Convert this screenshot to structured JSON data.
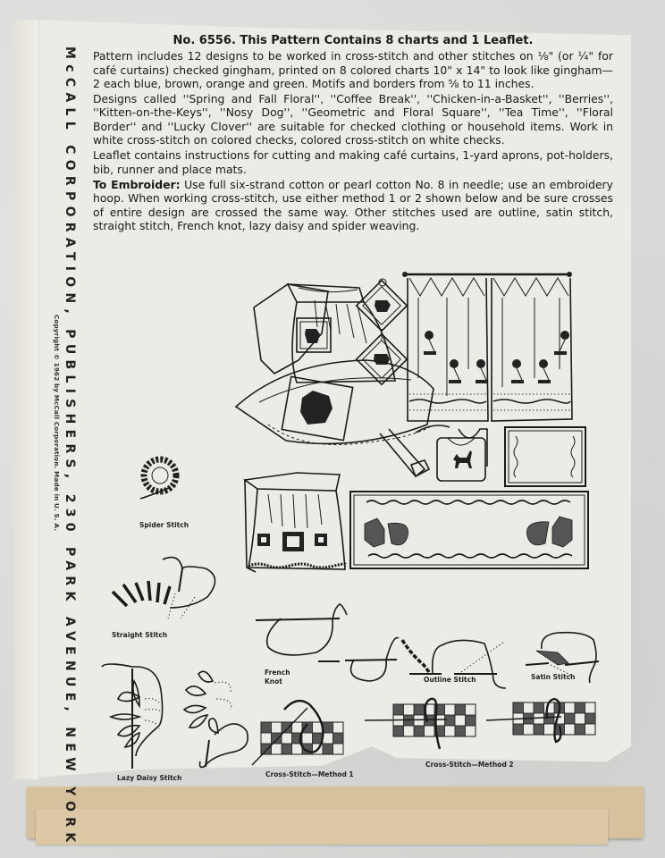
{
  "document": {
    "type": "Sewing/embroidery pattern envelope back",
    "pattern_number": "6556",
    "heading": "No. 6556. This Pattern Contains 8 charts and 1 Leaflet.",
    "paragraphs": [
      {
        "label": "",
        "text": "Pattern includes 12 designs to be worked in cross-stitch and other stitches on ⅛\" (or ¼\" for café curtains) checked gingham, printed on 8 colored charts 10\" x 14\" to look like gingham—2 each blue, brown, orange and green. Motifs and borders from ⅝ to 11 inches."
      },
      {
        "label": "",
        "text": "Designs called ''Spring and Fall Floral'', ''Coffee Break'', ''Chicken-in-a-Basket'', ''Berries'', ''Kitten-on-the-Keys'', ''Nosy Dog'', ''Geometric and Floral Square'', ''Tea Time'', ''Floral Border'' and ''Lucky Clover'' are suitable for checked clothing or household items. Work in white cross-stitch on colored checks, colored cross-stitch on white checks."
      },
      {
        "label": "",
        "text": "Leaflet contains instructions for cutting and making café curtains, 1-yard aprons, pot-holders, bib, runner and place mats."
      },
      {
        "label": "To Embroider:",
        "text": " Use full six-strand cotton or pearl cotton No. 8 in needle; use an embroidery hoop. When working cross-stitch, use either method 1 or 2 shown below and be sure crosses of entire design are crossed the same way. Other stitches used are outline, satin stitch, straight stitch, French knot, lazy daisy and spider weaving."
      }
    ],
    "spine": {
      "publisher": "McCALL CORPORATION, PUBLISHERS, 230 PARK AVENUE, NEW YORK",
      "copyright": "Copyright © 1962 by McCall Corporation. Made in U. S. A."
    }
  },
  "illustrations": {
    "products": [
      {
        "name": "apron-coffee-pot",
        "motif": "Coffee Break"
      },
      {
        "name": "pot-holders",
        "motif": "Tea Time"
      },
      {
        "name": "cafe-curtains",
        "motif": "Spring and Fall Floral"
      },
      {
        "name": "apron-chicken",
        "motif": "Chicken-in-a-Basket"
      },
      {
        "name": "bib",
        "motif": "Kitten-on-the-Keys"
      },
      {
        "name": "place-mat",
        "motif": "Floral Border"
      },
      {
        "name": "apron-geometric",
        "motif": "Geometric and Floral Square"
      },
      {
        "name": "runner",
        "motif": "Chicken-in-a-Basket"
      }
    ],
    "stitch_captions": {
      "spider": "Spider Stitch",
      "straight": "Straight Stitch",
      "french_knot_1": "French",
      "french_knot_2": "Knot",
      "outline": "Outline Stitch",
      "satin": "Satin Stitch",
      "lazy_daisy": "Lazy Daisy Stitch",
      "cross_1": "Cross-Stitch—Method 1",
      "cross_2": "Cross-Stitch—Method 2"
    }
  },
  "colors": {
    "paper": "#ecebe6",
    "ink": "#1a1a1a",
    "inner_envelope": "#d6c19c",
    "background": "#dadad8"
  }
}
